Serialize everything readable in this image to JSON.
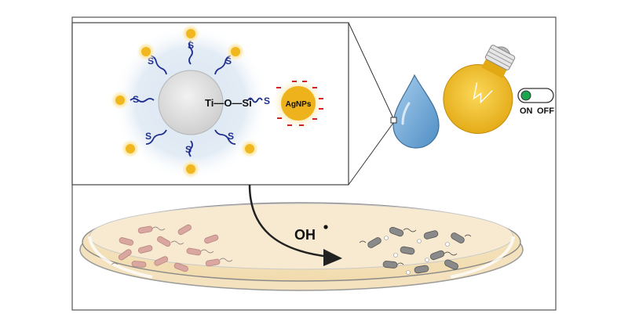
{
  "inset": {
    "bond_text": "Ti—O—Si",
    "thiol_label": "S",
    "particle_label": "AgNPs"
  },
  "switch": {
    "on_label": "ON",
    "off_label": "OFF"
  },
  "reaction": {
    "radical_label": "OH"
  },
  "colors": {
    "gold": "#f0b81e",
    "glow": "#f8d46a",
    "chain": "#1f2f8f",
    "water": "#6fa8d6",
    "bulb": "#f2c224",
    "dish_fill": "#f6e6c4",
    "switch_on": "#1aa64e",
    "bacteria_live": "#d9a7a0",
    "bacteria_dead": "#8a8a8a"
  },
  "icons": [
    "water-drop-icon",
    "light-bulb-icon",
    "toggle-switch-icon",
    "petri-dish-icon",
    "bacteria-icon"
  ]
}
